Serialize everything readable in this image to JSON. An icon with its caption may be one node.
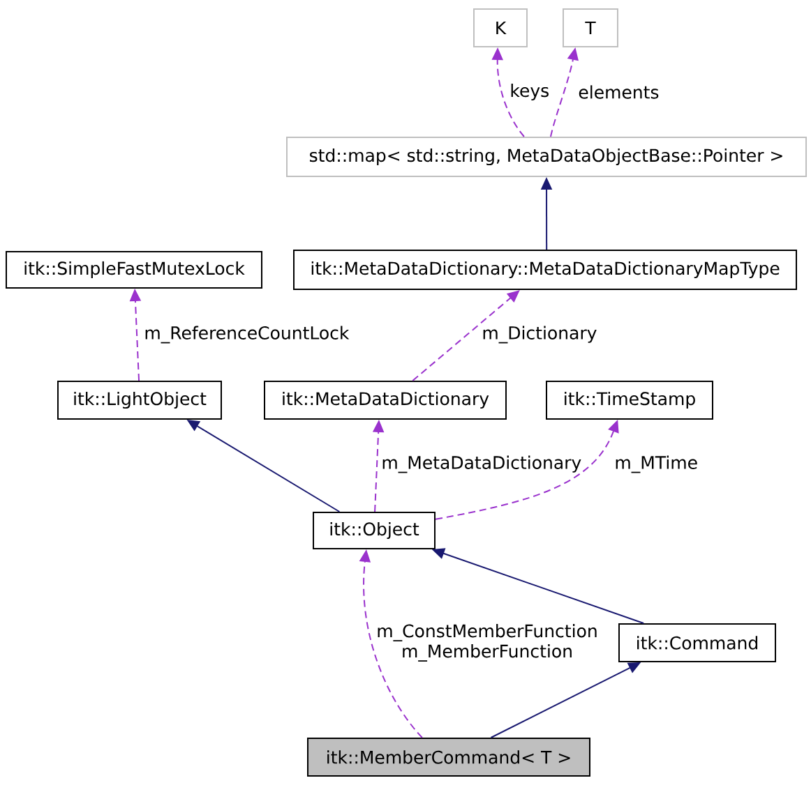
{
  "diagram": {
    "nodes": [
      {
        "text": [
          "K"
        ]
      },
      {
        "text": [
          "T"
        ]
      },
      {
        "text": [
          "std::map< std::string, MetaDataObjectBase::Pointer >"
        ]
      },
      {
        "text": [
          "itk::MetaDataDictionary::MetaDataDictionaryMapType"
        ]
      },
      {
        "text": [
          "itk::SimpleFastMutexLock"
        ]
      },
      {
        "text": [
          "itk::LightObject"
        ]
      },
      {
        "text": [
          "itk::MetaDataDictionary"
        ]
      },
      {
        "text": [
          "itk::TimeStamp"
        ]
      },
      {
        "text": [
          "itk::Object"
        ]
      },
      {
        "text": [
          "itk::Command"
        ]
      },
      {
        "text": [
          "itk::MemberCommand< T >"
        ]
      }
    ],
    "edges": [
      {
        "from": 2,
        "to": 0,
        "arrow": "to",
        "label": "keys",
        "style": "dashed"
      },
      {
        "from": 2,
        "to": 1,
        "arrow": "to",
        "label": "elements",
        "style": "dashed"
      },
      {
        "from": 3,
        "to": 2,
        "arrow": "to",
        "color": "#191970"
      },
      {
        "from": 5,
        "to": 4,
        "arrow": "to",
        "label": "m_ReferenceCountLock",
        "style": "dashed"
      },
      {
        "from": 6,
        "to": 3,
        "arrow": "to",
        "label": "m_Dictionary",
        "style": "dashed"
      },
      {
        "from": 8,
        "to": 5,
        "arrow": "to",
        "color": "#191970"
      },
      {
        "from": 8,
        "to": 6,
        "arrow": "to",
        "label": "m_MetaDataDictionary",
        "style": "dashed"
      },
      {
        "from": 8,
        "to": 7,
        "arrow": "to",
        "label": "m_MTime",
        "style": "dashed"
      },
      {
        "from": 9,
        "to": 8,
        "arrow": "to",
        "color": "#191970"
      },
      {
        "from": 10,
        "to": 8,
        "arrow": "to",
        "label": "m_ConstMemberFunction m_MemberFunction",
        "style": "dashed"
      },
      {
        "from": 10,
        "to": 9,
        "arrow": "to",
        "color": "#191970"
      }
    ]
  }
}
